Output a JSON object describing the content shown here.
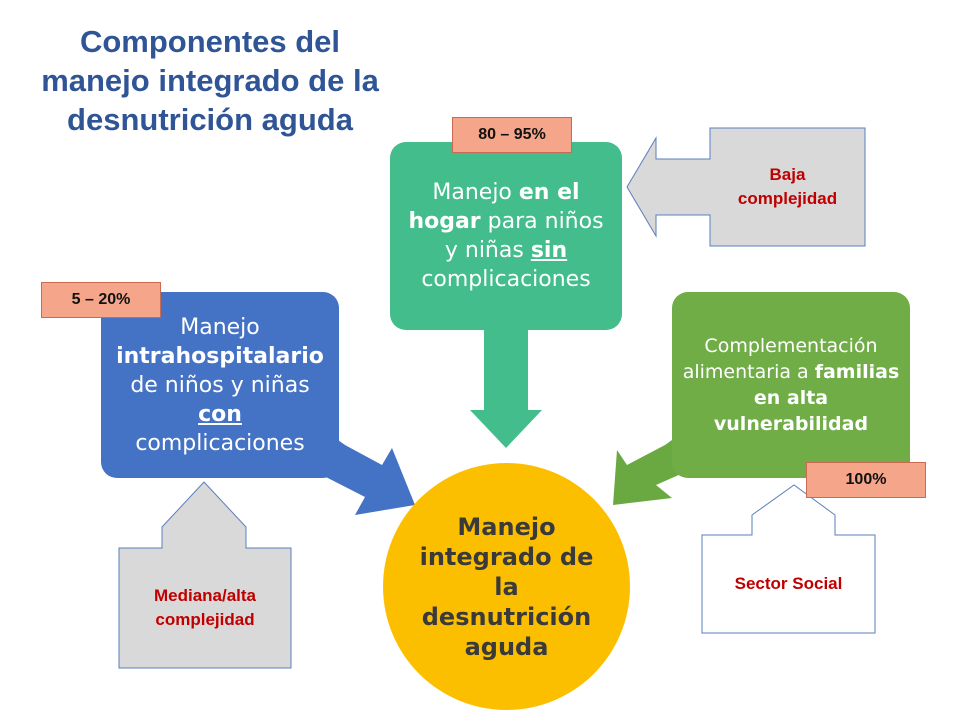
{
  "title": "Componentes del manejo integrado de la desnutrición aguda",
  "boxes": {
    "hogar": {
      "parts": [
        "Manejo ",
        "en el hogar",
        " para niños y niñas ",
        "sin",
        " complicaciones"
      ],
      "color": "#43bd8b"
    },
    "intrahospitalario": {
      "parts": [
        "Manejo ",
        "intrahospitalario",
        " de niños y niñas ",
        "con",
        " complicaciones"
      ],
      "color": "#4472c4"
    },
    "complementacion": {
      "parts": [
        "Complementación alimentaria a ",
        "familias en alta vulnerabilidad"
      ],
      "color": "#70ad47"
    }
  },
  "center": {
    "label": "Manejo integrado de la desnutrición aguda",
    "color": "#fcbf00"
  },
  "badges": {
    "hogar": "80 – 95%",
    "intrahospitalario": "5 – 20%",
    "complementacion": "100%"
  },
  "callouts": {
    "baja": "Baja complejidad",
    "mediana": "Mediana/alta complejidad",
    "social": "Sector Social"
  },
  "colors": {
    "title": "#2f5597",
    "callout_text": "#c00000",
    "badge_fill": "#f4a58a",
    "callout_fill": "#d9d9d9"
  }
}
